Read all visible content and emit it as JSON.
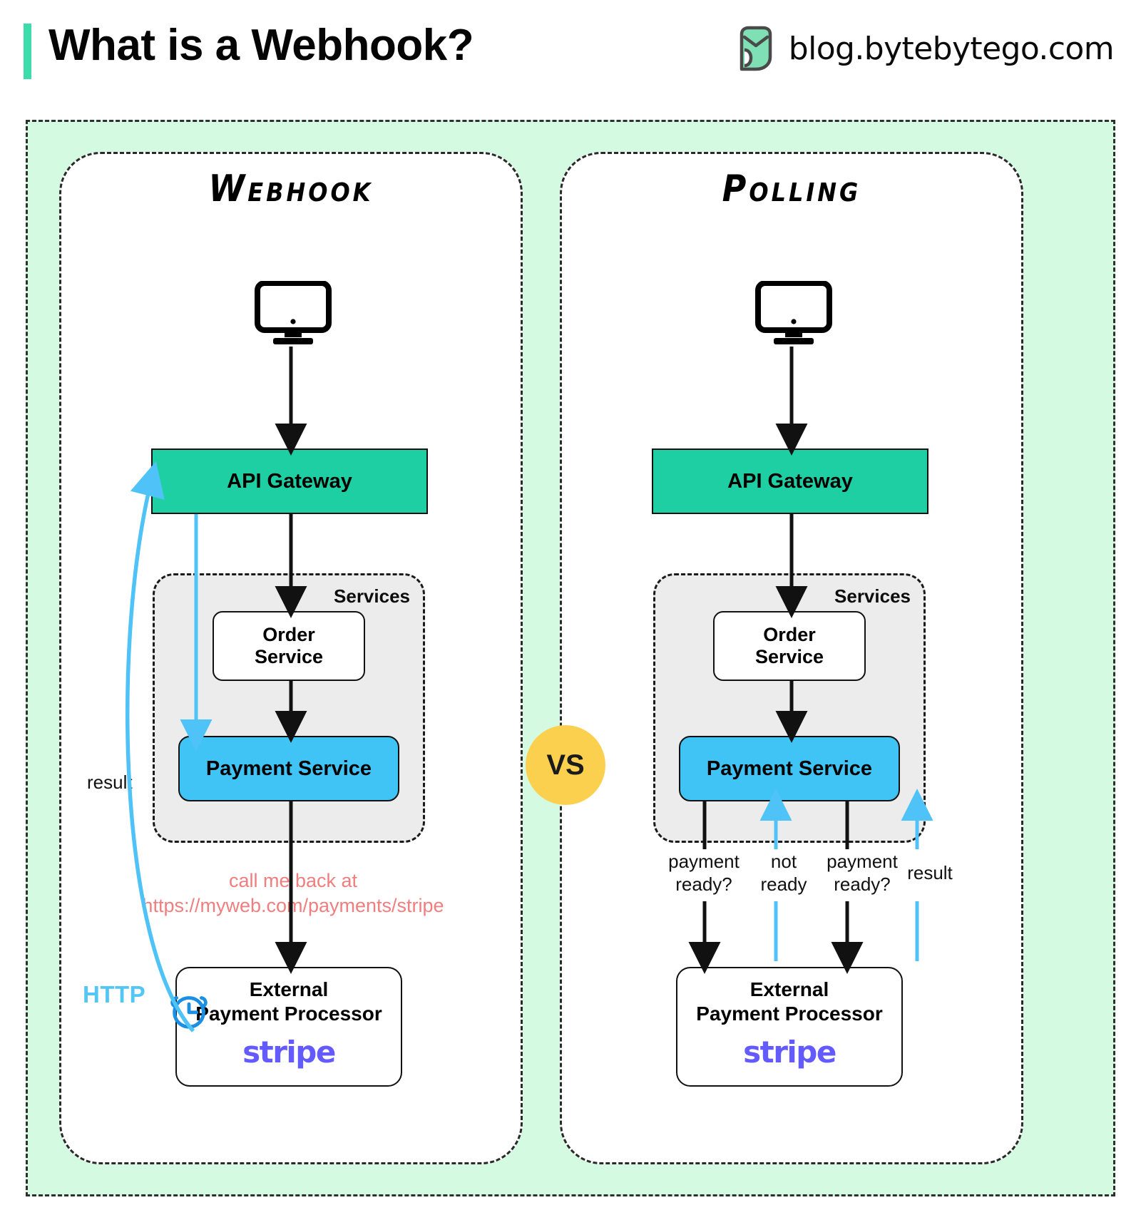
{
  "header": {
    "title": "What is a Webhook?",
    "brand_url": "blog.bytebytego.com",
    "accent_color": "#3ddcab"
  },
  "vs_badge": {
    "label": "VS",
    "color": "#fcd04f"
  },
  "palette": {
    "panel_bg": "#d4fae2",
    "api_gateway": "#1ecfa3",
    "payment_service": "#3fc4f5",
    "services_bg": "#ececec",
    "callback_text": "#ef7f7f",
    "http_label": "#52c7f5",
    "stripe": "#635bff"
  },
  "webhook": {
    "heading": "Webhook",
    "client_icon": "monitor-icon",
    "api_gateway": "API Gateway",
    "services_label": "Services",
    "order_service_line1": "Order",
    "order_service_line2": "Service",
    "payment_service": "Payment Service",
    "callback_line1": "call me back at",
    "callback_line2": "https://myweb.com/payments/stripe",
    "external_line1": "External",
    "external_line2": "Payment Processor",
    "external_logo": "stripe",
    "result_label": "result",
    "http_label": "HTTP",
    "clock_icon": "alarm-clock-icon"
  },
  "polling": {
    "heading": "Polling",
    "client_icon": "monitor-icon",
    "api_gateway": "API Gateway",
    "services_label": "Services",
    "order_service_line1": "Order",
    "order_service_line2": "Service",
    "payment_service": "Payment Service",
    "external_line1": "External",
    "external_line2": "Payment Processor",
    "external_logo": "stripe",
    "poll_labels": [
      {
        "line1": "payment",
        "line2": "ready?"
      },
      {
        "line1": "not",
        "line2": "ready"
      },
      {
        "line1": "payment",
        "line2": "ready?"
      }
    ],
    "result_label": "result"
  }
}
